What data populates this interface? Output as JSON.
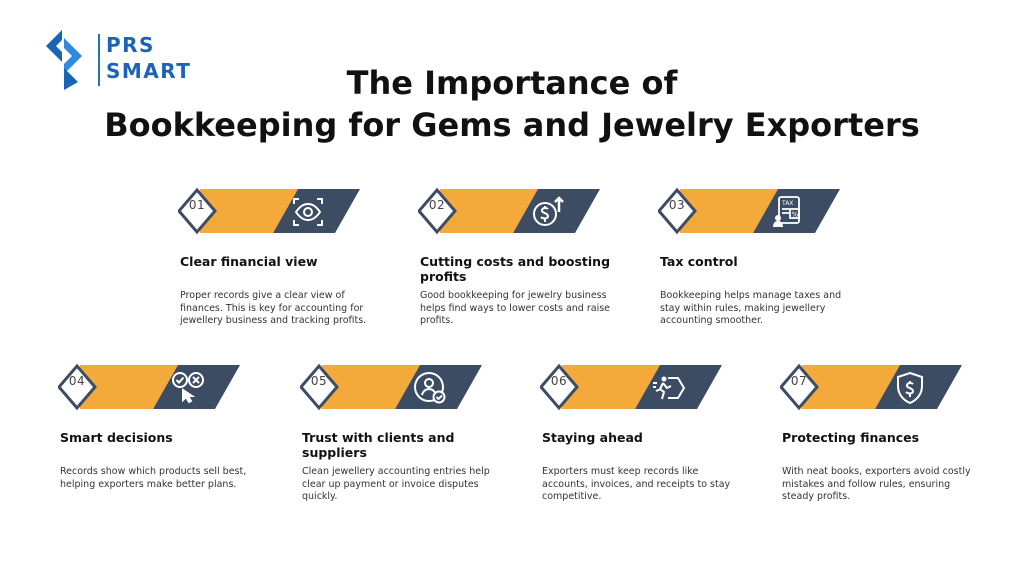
{
  "logo": {
    "line1": "PRS",
    "line2": "SMART"
  },
  "title": {
    "line1": "The Importance of",
    "line2": "Bookkeeping for Gems and Jewelry Exporters"
  },
  "colors": {
    "orange": "#f4a93b",
    "navy": "#3c4d63",
    "brand_blue": "#1b63b4"
  },
  "cards": [
    {
      "number": "01",
      "icon": "eye-scan-icon",
      "title": "Clear financial view",
      "description": "Proper records give a clear view of finances. This is key for accounting for jewellery business and tracking profits."
    },
    {
      "number": "02",
      "icon": "dollar-up-icon",
      "title": "Cutting costs and boosting profits",
      "description": "Good bookkeeping for jewelry business helps find ways to lower costs and raise profits."
    },
    {
      "number": "03",
      "icon": "tax-document-icon",
      "title": "Tax control",
      "description": "Bookkeeping helps manage taxes and stay within rules, making jewellery accounting smoother."
    },
    {
      "number": "04",
      "icon": "decision-click-icon",
      "title": "Smart decisions",
      "description": "Records show which products sell best, helping exporters make better plans."
    },
    {
      "number": "05",
      "icon": "user-check-icon",
      "title": "Trust with clients and suppliers",
      "description": "Clean jewellery accounting entries help clear up payment or invoice disputes quickly."
    },
    {
      "number": "06",
      "icon": "runner-arrow-icon",
      "title": "Staying ahead",
      "description": "Exporters must keep records like accounts, invoices, and receipts to stay competitive."
    },
    {
      "number": "07",
      "icon": "shield-dollar-icon",
      "title": "Protecting finances",
      "description": "With neat books, exporters avoid costly mistakes and follow rules, ensuring steady profits."
    }
  ]
}
